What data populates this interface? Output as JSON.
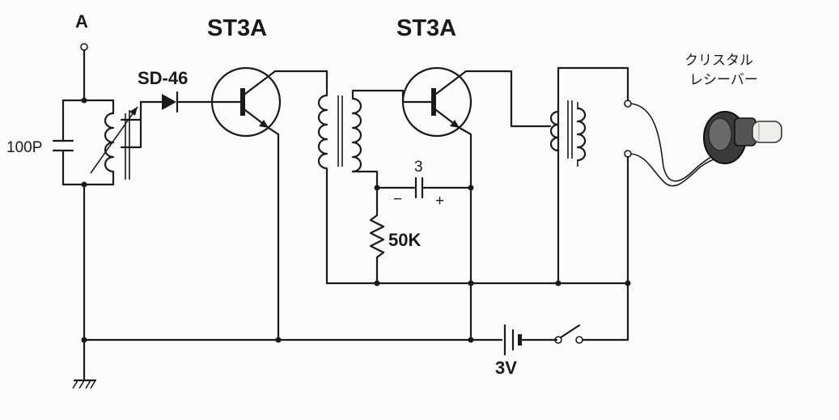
{
  "labels": {
    "antenna": "A",
    "diode": "SD-46",
    "transistor1": "ST3A",
    "transistor2": "ST3A",
    "capacitor_tuning": "100P",
    "capacitor_coupling": "3",
    "cap_minus": "−",
    "cap_plus": "+",
    "resistor": "50K",
    "battery": "3V",
    "receiver_line1": "クリスタル",
    "receiver_line2": "レシーバー"
  }
}
